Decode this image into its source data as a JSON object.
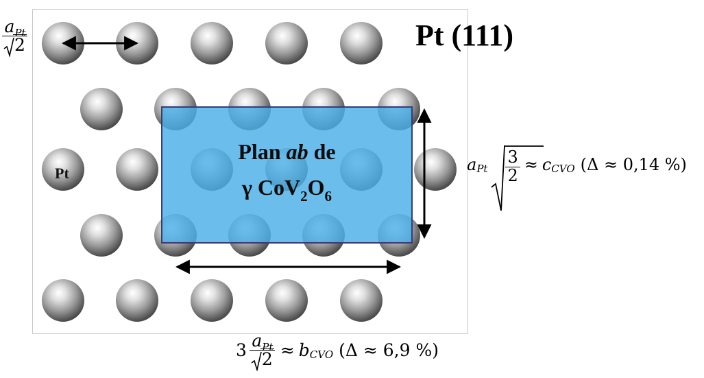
{
  "title": "Pt (111)",
  "atom_label": "Pt",
  "plane": {
    "line1_a": "Plan ",
    "line1_b": "ab",
    "line1_c": " de",
    "line2_a": "γ CoV",
    "line2_sub1": "2",
    "line2_b": "O",
    "line2_sub2": "6"
  },
  "top_left_formula": {
    "a": "a",
    "sub": "Pt",
    "den": "2"
  },
  "right_formula": {
    "a": "a",
    "sub": "Pt",
    "num": "3",
    "den": "2",
    "approx": "≈",
    "c": "c",
    "c_sub": "CVO",
    "delta": "(Δ ≈ 0,14 %)"
  },
  "bottom_formula": {
    "coef": "3",
    "a": "a",
    "sub": "Pt",
    "den": "2",
    "approx": "≈",
    "b": "b",
    "b_sub": "CVO",
    "delta": "(Δ ≈ 6,9 %)"
  },
  "colors": {
    "plane_fill": "#4aaee6",
    "plane_border": "#3a3a78",
    "atom_light": "#ffffff",
    "atom_dark": "#3c3c3c"
  }
}
